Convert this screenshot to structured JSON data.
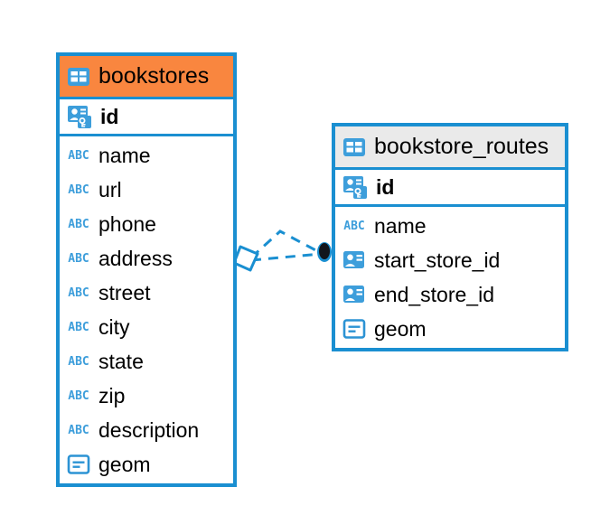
{
  "diagram": {
    "type": "entity-relationship-diagram",
    "background_color": "#ffffff",
    "accent_color": "#1a8fd1",
    "highlight_color": "#f9863f",
    "neutral_header_color": "#eaeaea"
  },
  "entities": [
    {
      "name": "bookstores",
      "header_color": "#f9863f",
      "header_icon": "table-icon",
      "primary_key": {
        "name": "id",
        "icon": "primary-key-icon"
      },
      "columns": [
        {
          "name": "name",
          "icon": "abc-text-icon",
          "icon_label": "ABC"
        },
        {
          "name": "url",
          "icon": "abc-text-icon",
          "icon_label": "ABC"
        },
        {
          "name": "phone",
          "icon": "abc-text-icon",
          "icon_label": "ABC"
        },
        {
          "name": "address",
          "icon": "abc-text-icon",
          "icon_label": "ABC"
        },
        {
          "name": "street",
          "icon": "abc-text-icon",
          "icon_label": "ABC"
        },
        {
          "name": "city",
          "icon": "abc-text-icon",
          "icon_label": "ABC"
        },
        {
          "name": "state",
          "icon": "abc-text-icon",
          "icon_label": "ABC"
        },
        {
          "name": "zip",
          "icon": "abc-text-icon",
          "icon_label": "ABC"
        },
        {
          "name": "description",
          "icon": "abc-text-icon",
          "icon_label": "ABC"
        },
        {
          "name": "geom",
          "icon": "geometry-icon",
          "icon_label": ""
        }
      ]
    },
    {
      "name": "bookstore_routes",
      "header_color": "#eaeaea",
      "header_icon": "table-icon",
      "primary_key": {
        "name": "id",
        "icon": "primary-key-icon"
      },
      "columns": [
        {
          "name": "name",
          "icon": "abc-text-icon",
          "icon_label": "ABC"
        },
        {
          "name": "start_store_id",
          "icon": "foreign-key-icon",
          "icon_label": ""
        },
        {
          "name": "end_store_id",
          "icon": "foreign-key-icon",
          "icon_label": ""
        },
        {
          "name": "geom",
          "icon": "geometry-icon",
          "icon_label": ""
        }
      ]
    }
  ],
  "relationship": {
    "from_entity": "bookstores",
    "to_entity": "bookstore_routes",
    "from_marker": "diamond-marker",
    "to_marker": "filled-circle-marker",
    "line_style": "dashed",
    "line_color": "#1a8fd1"
  }
}
